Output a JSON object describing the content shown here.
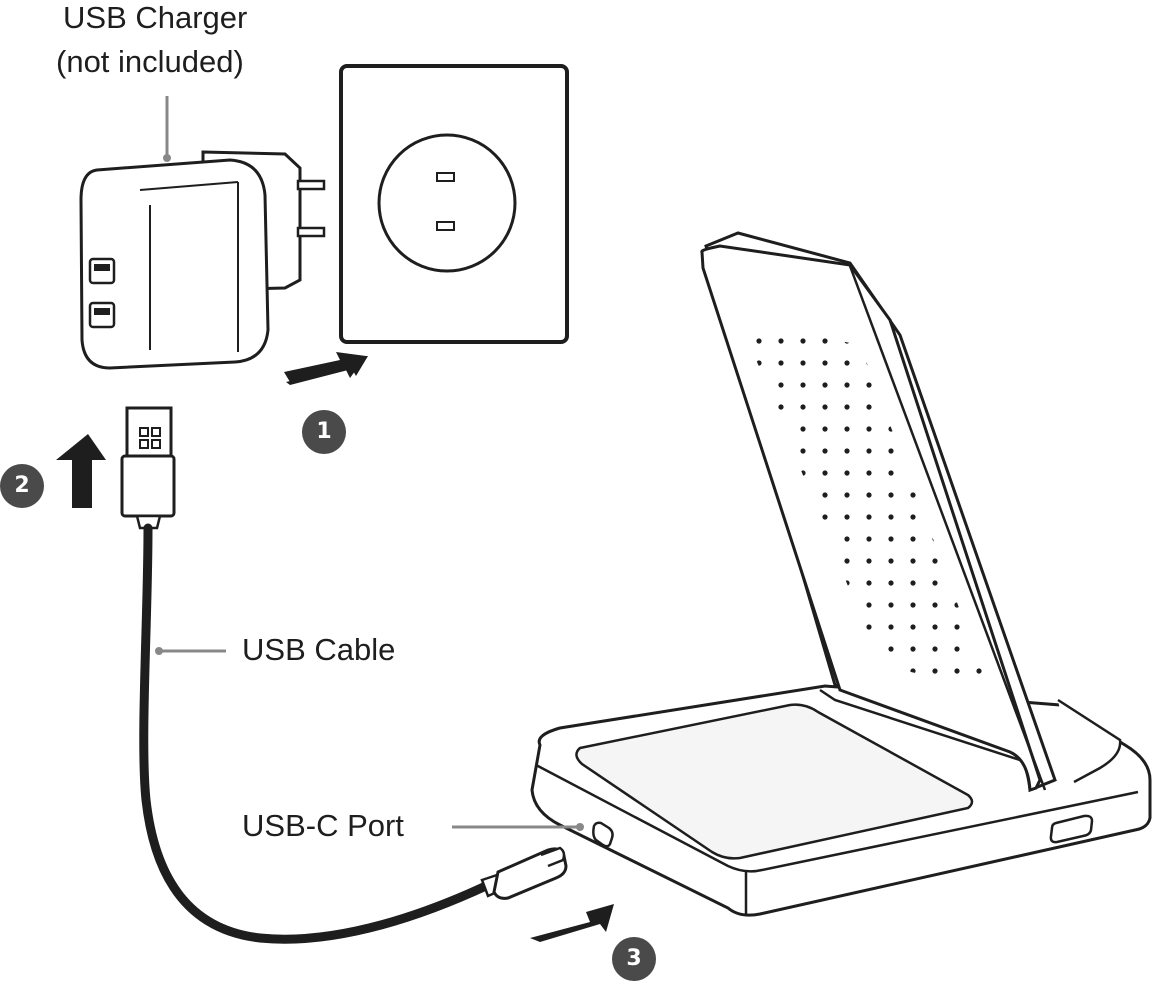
{
  "labels": {
    "charger_line1": "USB Charger",
    "charger_line2": "(not included)",
    "cable": "USB Cable",
    "port": "USB-C Port"
  },
  "steps": [
    "1",
    "2",
    "3"
  ],
  "colors": {
    "line": "#1e1e1e",
    "badge": "#4a4a4a",
    "pad": "#f5f5f5",
    "leader": "#888888"
  },
  "icons": [
    "usb-charger-icon",
    "wall-outlet-icon",
    "usb-cable-icon",
    "usb-c-connector-icon",
    "wireless-charging-stand-icon",
    "arrow-icon"
  ]
}
